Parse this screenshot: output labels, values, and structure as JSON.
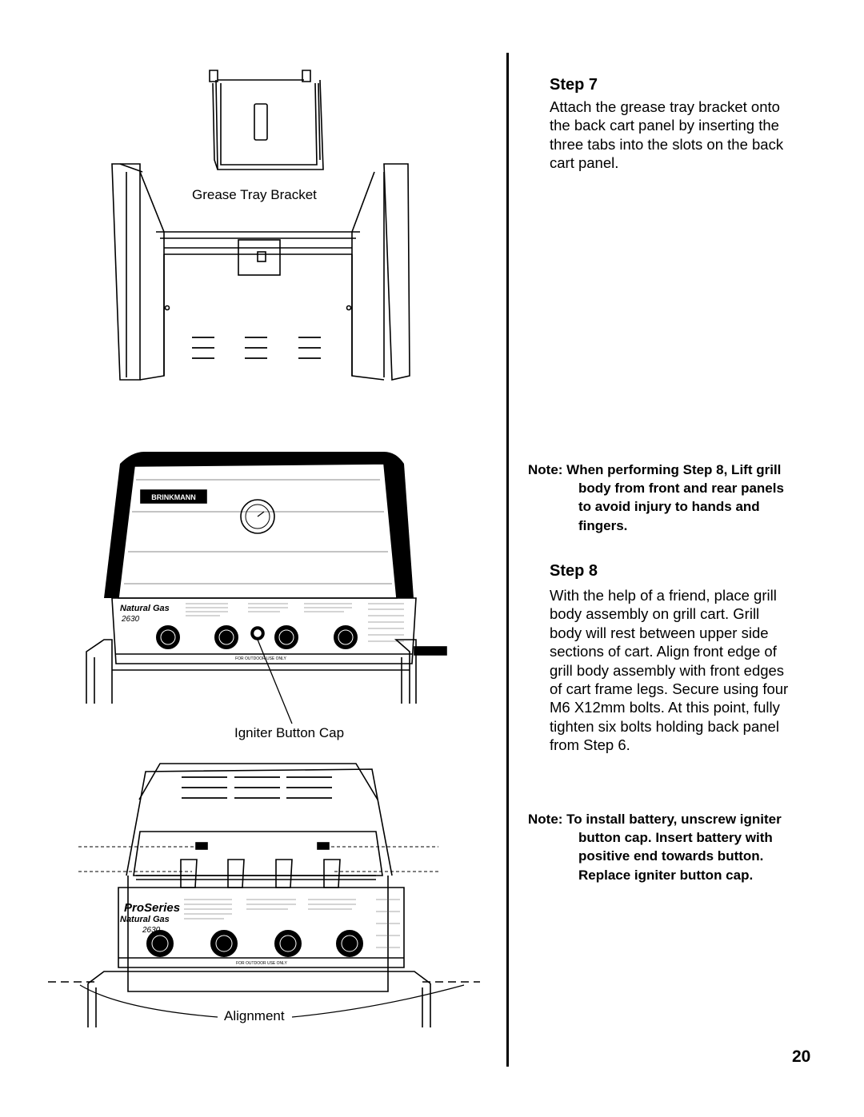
{
  "labels": {
    "grease_tray_bracket": "Grease Tray Bracket",
    "igniter_button_cap": "Igniter Button Cap",
    "alignment": "Alignment"
  },
  "grill_markings": {
    "brand": "BRINKMANN",
    "series": "ProSeries",
    "fuel": "Natural Gas",
    "model": "2630",
    "outdoor_use": "FOR OUTDOOR USE ONLY"
  },
  "step7": {
    "heading": "Step 7",
    "text": "Attach the grease tray bracket onto the back cart panel by inserting the three tabs into the slots on the back cart panel."
  },
  "note1": {
    "text": "Note: When performing Step 8, Lift grill body from front and rear panels to avoid injury to hands and fingers."
  },
  "step8": {
    "heading": "Step 8",
    "text": "With the help of a friend, place grill body assembly on grill cart. Grill body will rest between upper side sections of cart. Align front edge of grill body assembly with front edges of cart frame legs. Secure using four M6 X12mm bolts. At this point, fully tighten six bolts holding back panel from Step 6."
  },
  "note2": {
    "text": "Note: To install battery, unscrew igniter button cap. Insert battery with positive end towards button. Replace igniter button cap."
  },
  "page_number": "20"
}
